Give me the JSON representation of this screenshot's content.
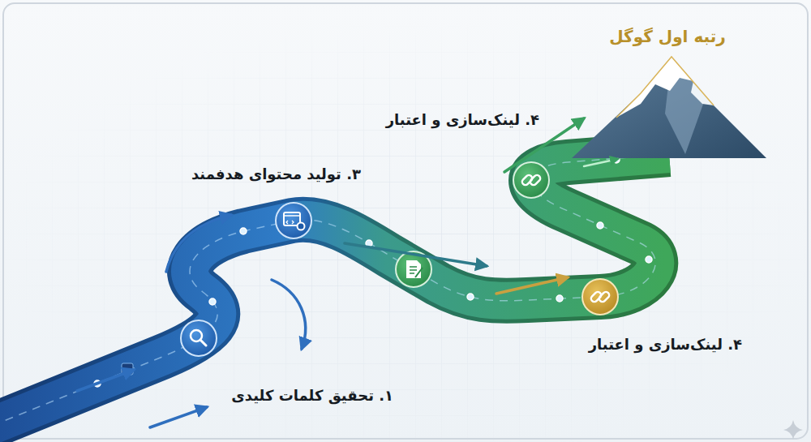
{
  "diagram": {
    "labels": [
      "رتبه اول گوگل",
      "۴. لینک‌سازی و اعتبار",
      "۳. تولید محتوای هدفمند",
      "۴. لینک‌سازی و اعتبار",
      "۱. تحقیق کلمات کلیدی"
    ]
  }
}
